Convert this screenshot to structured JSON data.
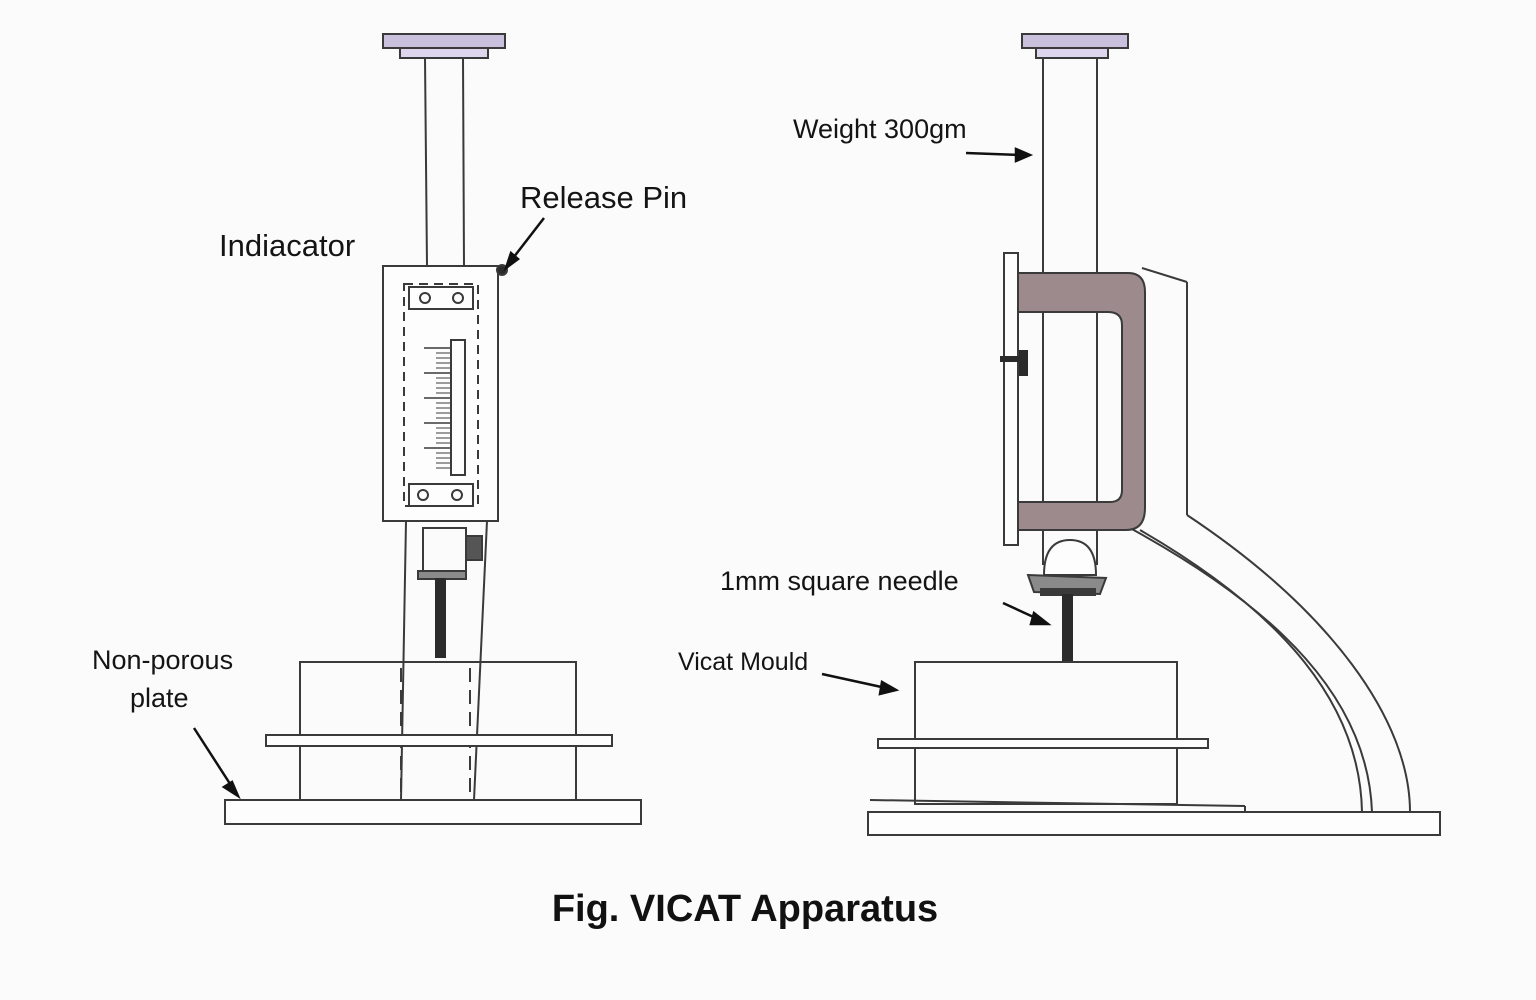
{
  "labels": {
    "indicator": "Indiacator",
    "release_pin": "Release Pin",
    "non_porous_plate_line1": "Non-porous",
    "non_porous_plate_line2": "plate",
    "weight": "Weight 300gm",
    "needle": "1mm square needle",
    "vicat_mould": "Vicat Mould"
  },
  "caption": "Fig. VICAT Apparatus",
  "colors": {
    "ink": "#3a3a3a",
    "frame_fill": "#9c8a8c",
    "frame_shade": "#7d6b6e",
    "cap_fill": "#c9c0dd",
    "needle_fill": "#2b2b2b",
    "background": "#fbfbfb"
  }
}
